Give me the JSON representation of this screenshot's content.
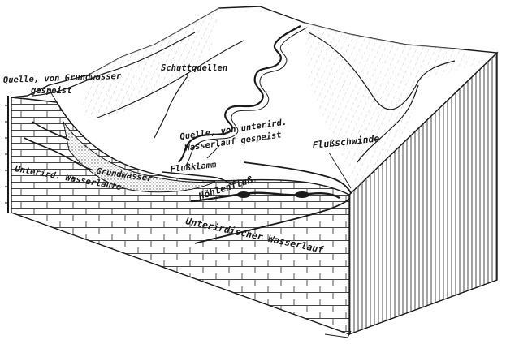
{
  "labels": {
    "quelle_grundwasser_1": "Quelle, von Grundwasser",
    "quelle_grundwasser_2": "gespeist",
    "schuttquellen": "Schuttquellen",
    "quelle_unterird_1": "Quelle, von unterird.",
    "quelle_unterird_2": "Wasserlauf gespeist",
    "flussschwinde": "Flußschwinde",
    "flussklamm": "Flußklamm",
    "grundwasser": "Grundwasser",
    "unterird_wasserlaeufe": "Unterird. Wasserläufe",
    "hoehlenfluss": "Höhlenfluß",
    "unterirdischer_wasserlauf": "Unterirdischer Wasserlauf"
  }
}
